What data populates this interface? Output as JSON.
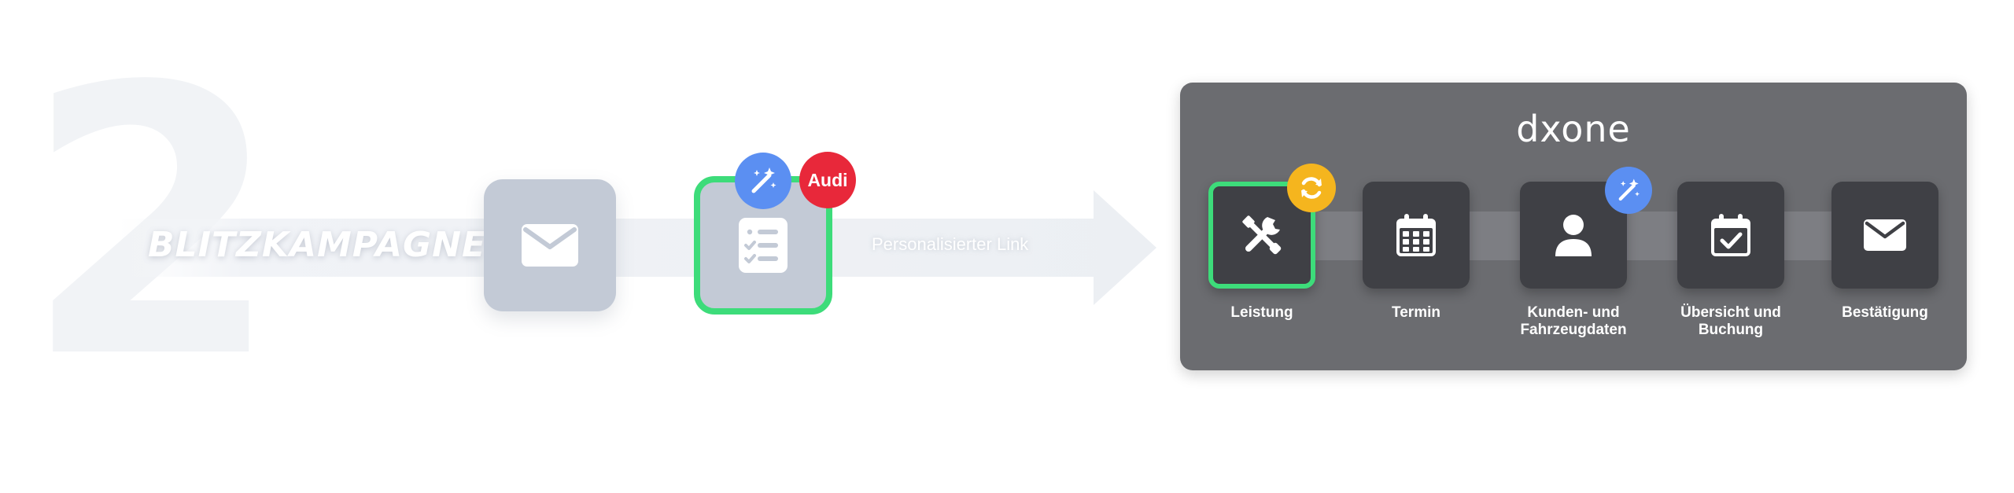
{
  "number": "2",
  "campaign": {
    "label": "BLITZKAMPAGNE",
    "link_text": "Personalisierter Link"
  },
  "badges": {
    "brand_badge": "Audi",
    "icon_wand": "magic-wand-icon",
    "icon_refresh": "refresh-icon"
  },
  "panel": {
    "brand": "dxone",
    "steps": [
      {
        "label_lines": [
          "Leistung"
        ],
        "icon": "tools-icon",
        "active": true
      },
      {
        "label_lines": [
          "Termin"
        ],
        "icon": "calendar-icon",
        "active": false
      },
      {
        "label_lines": [
          "Kunden- und",
          "Fahrzeugdaten"
        ],
        "icon": "user-icon",
        "active": false
      },
      {
        "label_lines": [
          "Übersicht und",
          "Buchung"
        ],
        "icon": "calendar-check-icon",
        "active": false
      },
      {
        "label_lines": [
          "Bestätigung"
        ],
        "icon": "envelope-icon",
        "active": false
      }
    ]
  },
  "colors": {
    "panel_bg": "#6b6c70",
    "tile_bg": "#3f4045",
    "active_border": "#3ddc7a",
    "badge_blue": "#5b8ff2",
    "badge_red": "#e8283a",
    "badge_yellow": "#f5b51e",
    "faded_tile": "#c3cad6"
  }
}
